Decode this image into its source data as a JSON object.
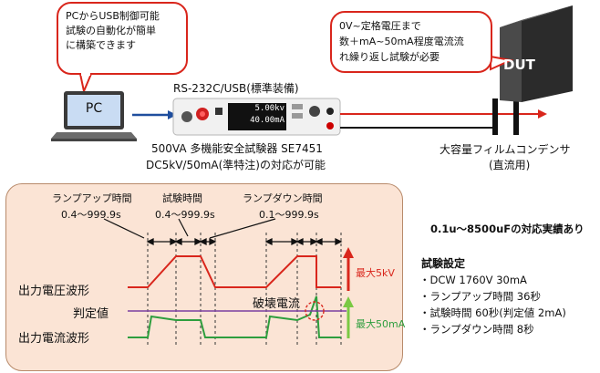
{
  "bubble_pc": {
    "line1": "PCからUSB制御可能",
    "line2": "試験の自動化が簡単",
    "line3": "に構築できます"
  },
  "bubble_dut": {
    "line1": "0V~定格電圧まで",
    "line2": "数＋mA~50mA程度電流流",
    "line3": "れ繰り返し試験が必要"
  },
  "pc_label": "PC",
  "dut_label": "DUT",
  "interface_label": "RS-232C/USB(標準装備)",
  "tester": {
    "name": "500VA 多機能安全試験器 SE7451",
    "spec": "DC5kV/50mA(準特注)の対応が可能",
    "display_kv": "5.00kv",
    "display_ma": "40.00mA"
  },
  "capacitor": {
    "line1": "大容量フィルムコンデンサ",
    "line2": "(直流用)"
  },
  "timing": {
    "rampup_label": "ランプアップ時間",
    "rampup_range": "0.4～999.9s",
    "test_label": "試験時間",
    "test_range": "0.4～999.9s",
    "rampdown_label": "ランプダウン時間",
    "rampdown_range": "0.1～999.9s"
  },
  "waveform": {
    "voltage_label": "出力電圧波形",
    "judge_label": "判定値",
    "current_label": "出力電流波形",
    "breakdown_label": "破壊電流",
    "max_voltage": "最大5kV",
    "max_current": "最大50mA"
  },
  "record": "0.1u～8500uFの対応実績あり",
  "settings": {
    "title": "試験設定",
    "items": [
      "・DCW 1760V 30mA",
      "・ランプアップ時間 36秒",
      "・試験時間 60秒(判定値 2mA)",
      "・ランプダウン時間 8秒"
    ]
  },
  "colors": {
    "accent_red": "#d9261c",
    "wave_green": "#2e9e3e",
    "judge_purple": "#7a3fa0",
    "panel_bg": "#fbe4d5"
  }
}
